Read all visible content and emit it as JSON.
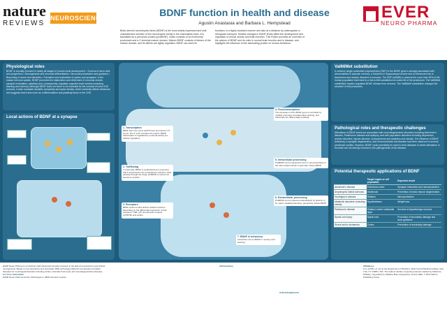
{
  "header": {
    "brand_top": "nature",
    "brand_bottom": "REVIEWS",
    "journal": "NEUROSCIENCE",
    "title": "BDNF function in health and disease",
    "authors": "Agustin Anastasia and Barbara L. Hempstead",
    "intro_left": "Brain-derived neurotrophic factor (BDNF) is the most widely expressed and well-characterized member of the neurotrophin family in the mammalian brain. It is translated as a precursor protein (proBDNF), which consists of an N-terminal prodomain and a C-terminal mature domain. Mature BDNF consists of dimers of the mature domain, and its effects are tightly regulated. BDNF can exert its",
    "intro_right": "functions in a highly localized manner and also at a distance by anterograde or retrograde transport. Modest changes in BDNF levels affect the development and regulation of neural circuits and brain function. This Poster provides an overview of the actions of BDNF and its roles in normal brain function and in disease, and highlights the influence of this fascinating protein on human behaviour.",
    "sponsor_name": "EVER",
    "sponsor_sub": "NEURO PHARMA"
  },
  "physiological": {
    "title": "Physiological roles",
    "text": "BDNF is crucially involved in nearly all stages of neural circuit development: • Survival of stem cells and progenitors • Neurogenesis and neuronal differentiation • Neuronal polarization and guidance • Branching of axons and dendrites • Formation and maturation of spines and synapses. In the mature nervous system, BDNF promotes the elaboration and refinement of neuronal circuits, synaptic modulation, plasticity and, consequently, regulates cognitive brain function including learning and memory. Although BDNF does not seem to be essential for the survival of most CNS neurons, it does modulate dendritic complexity and spine density, which markedly affects behaviour and suggests that it acts more as a differentiation and plasticity factor in the CNS."
  },
  "synapse": {
    "title": "Local actions of BDNF at a synapse"
  },
  "val66met": {
    "title": "Val66Met substitution",
    "text": "A common single-nucleotide polymorphism (SNP) in the BDNF gene is strongly associated with abnormalities in episodic memory, a reduction in hippocampal volume and an enhanced risk of depression and anxiety disorders in humans. The SNP (rs6265) is observed in more than 25% of the human population that result in a Val-to-Met substitution at codon 66 of the prodomain. The Val66Met substitution impairs regulated BDNF release from neurons. The Val66Met substitution changes the structure of the prodomain."
  },
  "pathological": {
    "title": "Pathological roles and therapeutic challenges",
    "text": "Alterations in BDNF levels are associated with neurodegenerative disorders including Alzheimer's disease, Parkinson's disease and epilepsy, and with psychiatric disorders including depression, anxiety disorders, bipolar disorder, schizophrenia and addiction and obesity. The influence of BDNF deficiency in synaptic degeneration, and neuronal death and disease has been observed in several preclinical models. However, BDNF could potentially be used to treat diseases in which alterations in its levels are not directly involved in the pathogenesis of the disease."
  },
  "therapeutic": {
    "title": "Potential therapeutic applications of BDNF",
    "headers": [
      "",
      "Target region or cell population",
      "Expected result"
    ],
    "rows": [
      [
        "Alzheimer's disease",
        "Entorhinal cortex",
        "Synapse restoration and neuroprotection"
      ],
      [
        "Amyotrophic lateral sclerosis",
        "Intrathecal",
        "Prevention of motor neuron degeneration"
      ],
      [
        "Huntington's disease",
        "Striatum",
        "Neuroprotection"
      ],
      [
        "Metabolic disorders, including obesity",
        "Hypothalamus",
        "Weight loss"
      ],
      [
        "Parkinson's disease",
        "Striatum and/or substantia nigra",
        "Survival of dopaminergic neurons"
      ],
      [
        "Spinal cord injury",
        "Spinal cord",
        "Promotion of secondary damage and axon guidance"
      ],
      [
        "Stroke and/or ischaemia",
        "Cortex",
        "Prevention of secondary damage"
      ]
    ]
  },
  "center_notes": [
    {
      "title": "1. Transcription",
      "text": "BDNF has nine exons (which have promoters) in 5' exons. The 3' exon encodes the protein. BDNF transcription is regulated by neuronal activity via calcium signalling."
    },
    {
      "title": "2. Trafficking",
      "text": "In mammals, BDNF is synthesized as a precursor that is processed in the endoplasmic reticulum. After passing through the Golgi, proBDNF is sorted into secretory vesicles."
    },
    {
      "title": "3. Receptors",
      "text": "BDNF isoforms elicit distinct cellular functions depending on the differential expression of their receptors: TrkB, p75 neurotrophin receptor (p75NTR) and sortilin."
    },
    {
      "title": "4. Post-transcription",
      "text": "The expression of the BDNF gene is controlled by multiple promoters and alternative splicing, and transcripts are differentially localized."
    },
    {
      "title": "5. Intracellular processing",
      "text": "ProBDNF can be cleaved by furin or proconvertases in the trans-Golgi network to generate mature BDNF."
    },
    {
      "title": "6. Extracellular processing",
      "text": "ProBDNF can be cleaved extracellularly by plasmin or by matrix metalloproteinases, generating mature BDNF."
    },
    {
      "title": "7. BDNF in behaviour",
      "text": "Instructive role for BDNF in memory and learning."
    }
  ],
  "footer": {
    "company": "EVER Neuro Pharma is an Austrian pharmaceutical company focused on the field of neuroscience and clinical neurogenesis. Based on our experience and proprietary R&D technology platforms we develop innovative therapies for neurological disorders including stroke, traumatic brain injury and neurodegenerative diseases.",
    "contact_title": "For more information",
    "contact": "EVER Neuro Pharma GmbH, Oberburgau 3, 4866 Unterach, Austria",
    "abbreviations_title": "Abbreviations",
    "acknowledgements_title": "Acknowledgements",
    "affiliations_title": "Affiliations",
    "affiliations": "A.A. and B.L.H. are at the Department of Medicine, Weill Cornell Medical College, New York, NY 10065, USA. The authors declare competing interests. Edited by Katherine Whalley; copyedited by Natasha Bray; designed by Jennie Vallis. © 2014 Nature Publishing Group."
  },
  "colors": {
    "brand_orange": "#f39a1a",
    "title_blue": "#2b6d8f",
    "panel_dark": "#1e5b7a",
    "sponsor_red": "#c8102e"
  }
}
